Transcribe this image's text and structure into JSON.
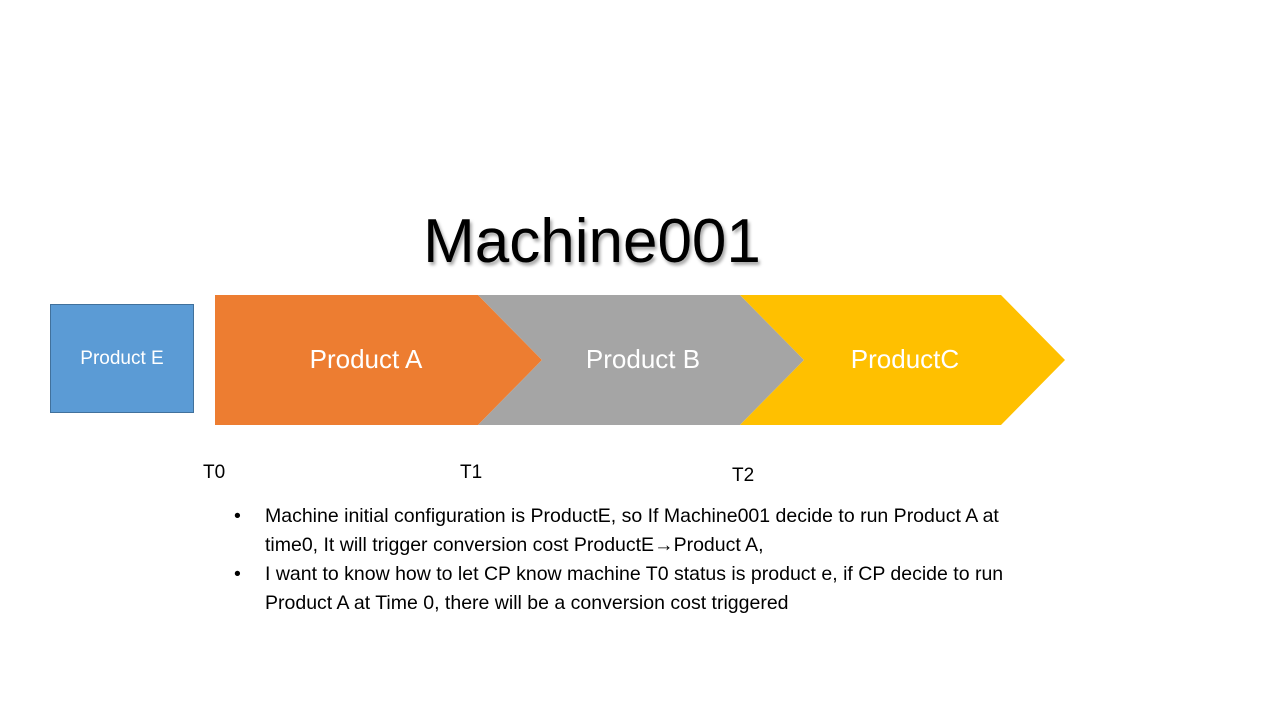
{
  "title": "Machine001",
  "initial": {
    "label": "Product E",
    "color": "#5b9bd5"
  },
  "chevrons": [
    {
      "label": "Product A",
      "color": "#ed7d31"
    },
    {
      "label": "Product B",
      "color": "#a5a5a5"
    },
    {
      "label": "ProductC",
      "color": "#ffc000"
    }
  ],
  "time_labels": [
    "T0",
    "T1",
    "T2"
  ],
  "bullets": [
    "Machine initial configuration is ProductE, so If Machine001 decide to run Product A at time0, It will trigger conversion cost ProductE→Product A,",
    "I want to know how to let CP know machine T0 status is product e, if CP decide to run Product A at Time 0, there will be a conversion cost triggered"
  ],
  "bullet_symbol": "•"
}
